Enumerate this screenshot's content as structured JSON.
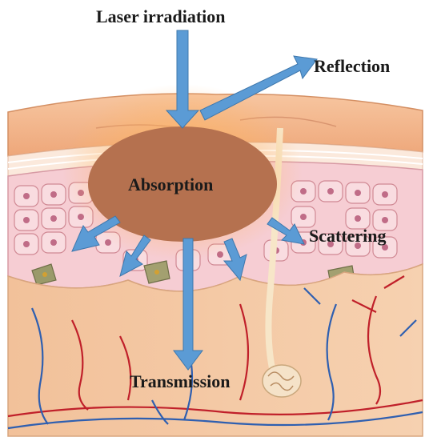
{
  "labels": {
    "laser": "Laser irradiation",
    "reflection": "Reflection",
    "absorption": "Absorption",
    "scattering": "Scattering",
    "transmission": "Transmission"
  },
  "colors": {
    "arrow": "#5b9bd5",
    "absorption_disc": "#b5714f",
    "epidermis_top": "#f4b98c",
    "dermis": "#f7c9a0",
    "cell_fill": "#f4c4cc",
    "artery": "#c0202a",
    "vein": "#2f5fb0"
  }
}
